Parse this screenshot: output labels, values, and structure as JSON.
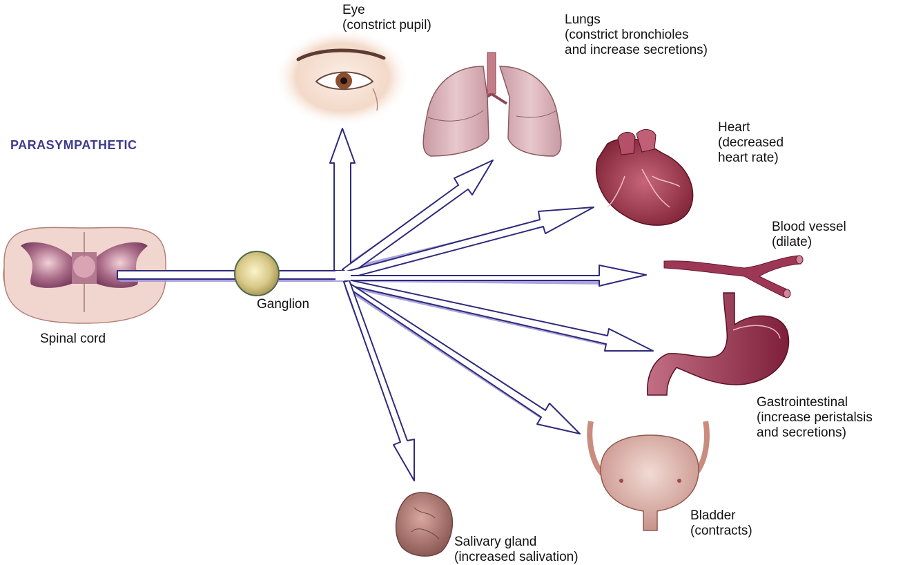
{
  "title": "PARASYMPATHETIC",
  "labels": {
    "eye": [
      "Eye",
      "(constrict pupil)"
    ],
    "lungs": [
      "Lungs",
      "(constrict bronchioles",
      "and increase secretions)"
    ],
    "heart": [
      "Heart",
      "(decreased",
      "heart rate)"
    ],
    "blood_vessel": [
      "Blood vessel",
      "(dilate)"
    ],
    "gastrointestinal": [
      "Gastrointestinal",
      "(increase peristalsis",
      "and secretions)"
    ],
    "bladder": [
      "Bladder",
      "(contracts)"
    ],
    "salivary": [
      "Salivary gland",
      "(increased salivation)"
    ],
    "ganglion": "Ganglion",
    "spinal_cord": "Spinal cord"
  },
  "colors": {
    "arrow_stroke": "#2e2a7a",
    "arrow_shadow": "#9d96d8",
    "title": "#3f3a8e",
    "organ_pink": "#c98c98",
    "organ_dark": "#8c2f48",
    "ganglion": "#c9bd7a"
  }
}
